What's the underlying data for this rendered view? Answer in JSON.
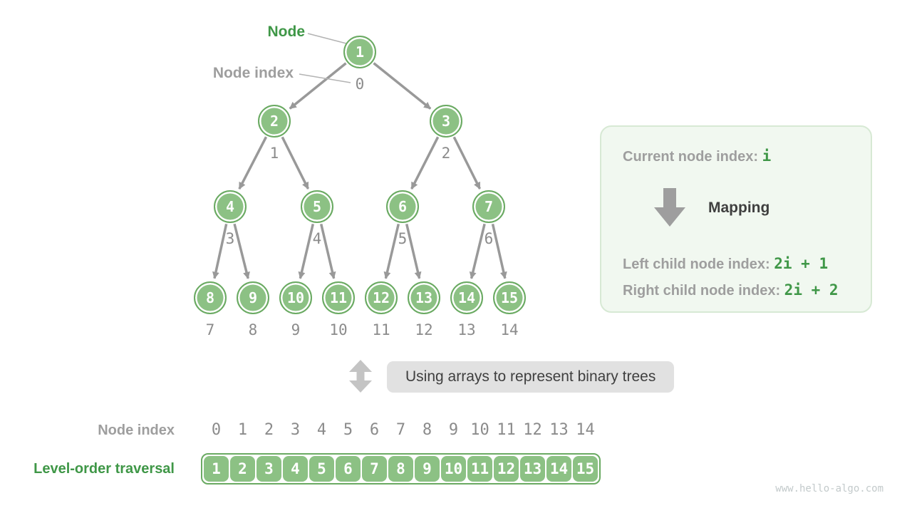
{
  "colors": {
    "node_fill": "#8cc184",
    "node_ring": "#6aaa62",
    "edge": "#999999",
    "green_text": "#3f9747",
    "gray_text": "#9e9e9e",
    "mono_gray": "#8b8b8b",
    "dark_text": "#3f3f3f",
    "legend_bg": "#f1f8f0",
    "legend_border": "#d7e9d4",
    "caption_bg": "#e1e1e1",
    "caption_arrow": "#c4c4c4",
    "mapping_arrow": "#9e9e9e",
    "watermark": "#c3cacb"
  },
  "tree": {
    "node_label": "Node",
    "node_index_label": "Node index",
    "node_values": [
      "1",
      "2",
      "3",
      "4",
      "5",
      "6",
      "7",
      "8",
      "9",
      "10",
      "11",
      "12",
      "13",
      "14",
      "15"
    ],
    "index_values": [
      "0",
      "1",
      "2",
      "3",
      "4",
      "5",
      "6",
      "7",
      "8",
      "9",
      "10",
      "11",
      "12",
      "13",
      "14"
    ],
    "edges": [
      [
        0,
        1
      ],
      [
        0,
        2
      ],
      [
        1,
        3
      ],
      [
        1,
        4
      ],
      [
        2,
        5
      ],
      [
        2,
        6
      ],
      [
        3,
        7
      ],
      [
        3,
        8
      ],
      [
        4,
        9
      ],
      [
        4,
        10
      ],
      [
        5,
        11
      ],
      [
        5,
        12
      ],
      [
        6,
        13
      ],
      [
        6,
        14
      ]
    ]
  },
  "legend": {
    "current_prefix": "Current node index: ",
    "current_value": "i",
    "mapping_label": "Mapping",
    "left_prefix": "Left child node index: ",
    "left_value": "2i + 1",
    "right_prefix": "Right child node index: ",
    "right_value": "2i + 2"
  },
  "caption": {
    "text": "Using arrays to represent binary trees"
  },
  "bottom": {
    "index_label": "Node index",
    "traversal_label": "Level-order traversal",
    "index_row": [
      "0",
      "1",
      "2",
      "3",
      "4",
      "5",
      "6",
      "7",
      "8",
      "9",
      "10",
      "11",
      "12",
      "13",
      "14"
    ],
    "array_values": [
      "1",
      "2",
      "3",
      "4",
      "5",
      "6",
      "7",
      "8",
      "9",
      "10",
      "11",
      "12",
      "13",
      "14",
      "15"
    ]
  },
  "watermark": "www.hello-algo.com"
}
